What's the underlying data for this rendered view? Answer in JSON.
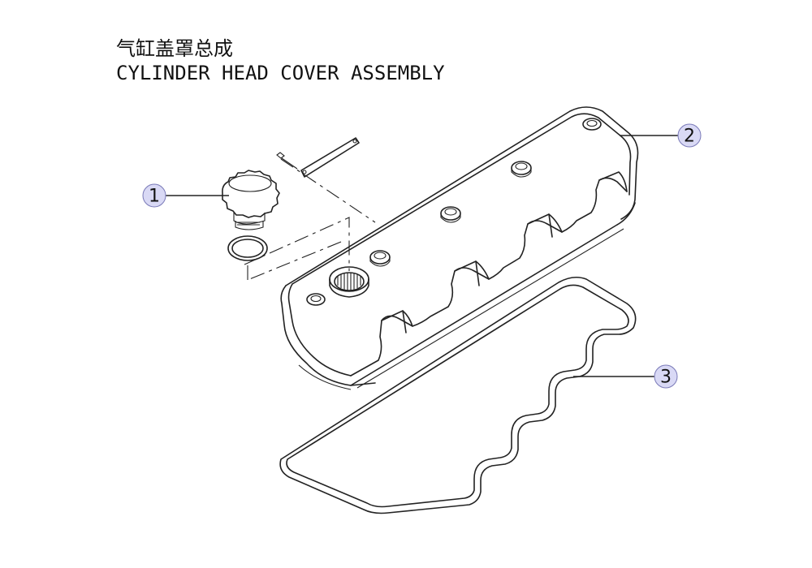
{
  "title": {
    "cn": "气缸盖罩总成",
    "en": "CYLINDER HEAD COVER ASSEMBLY"
  },
  "callouts": [
    {
      "id": "1",
      "label": "1"
    },
    {
      "id": "2",
      "label": "2"
    },
    {
      "id": "3",
      "label": "3"
    }
  ],
  "colors": {
    "line": "#222222",
    "balloon_fill": "#d9d9f5",
    "balloon_stroke": "#7a7ab8",
    "background": "#ffffff"
  }
}
